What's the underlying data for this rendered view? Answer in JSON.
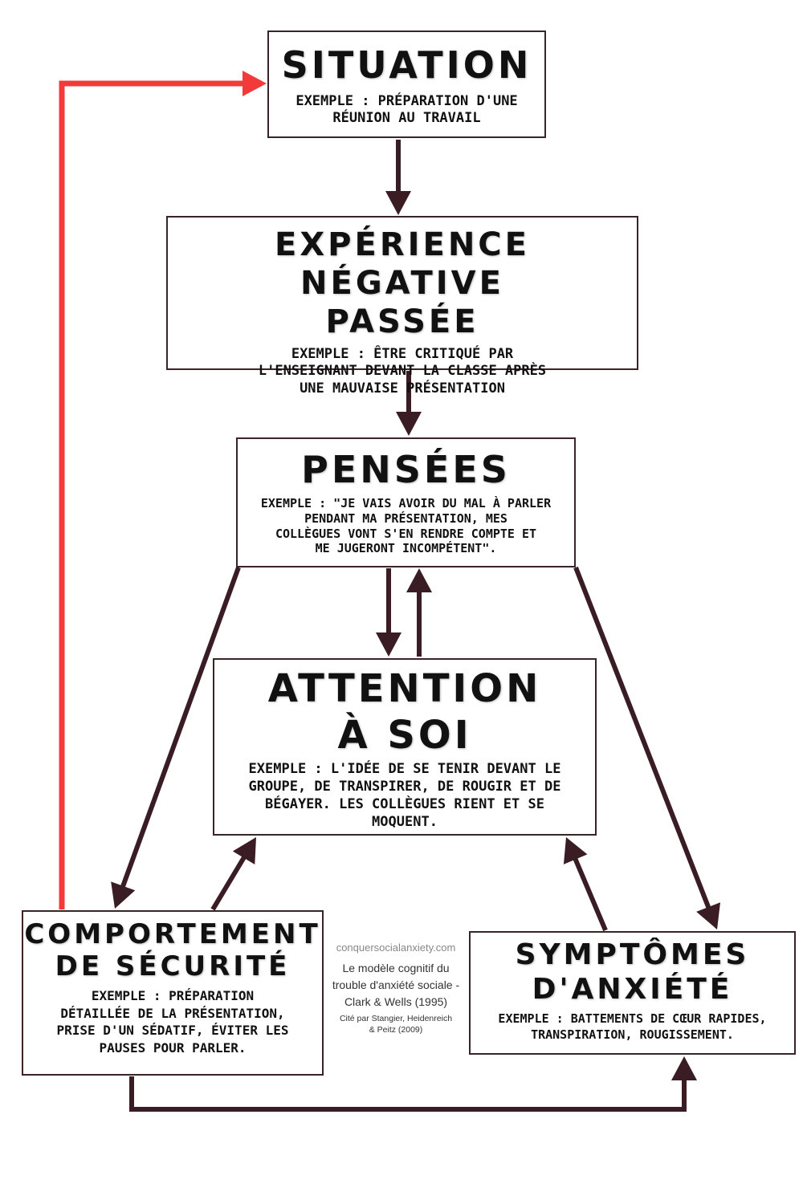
{
  "colors": {
    "arrow": "#3a1c24",
    "feedback_arrow": "#f23a3a",
    "border": "#3a2428"
  },
  "boxes": {
    "situation": {
      "title": "SITUATION",
      "example": "EXEMPLE : PRÉPARATION D'UNE\nRÉUNION AU TRAVAIL"
    },
    "experience": {
      "title": "EXPÉRIENCE NÉGATIVE\nPASSÉE",
      "example": "EXEMPLE : ÊTRE CRITIQUÉ PAR\nL'ENSEIGNANT DEVANT LA CLASSE APRÈS\nUNE MAUVAISE PRÉSENTATION"
    },
    "pensees": {
      "title": "PENSÉES",
      "example": "EXEMPLE : \"JE VAIS AVOIR DU MAL À PARLER\nPENDANT MA PRÉSENTATION, MES\nCOLLÈGUES VONT S'EN RENDRE COMPTE ET\nME JUGERONT INCOMPÉTENT\"."
    },
    "attention": {
      "title": "ATTENTION\nÀ SOI",
      "example": "EXEMPLE : L'IDÉE DE SE TENIR DEVANT LE\nGROUPE, DE TRANSPIRER, DE ROUGIR ET DE\nBÉGAYER. LES COLLÈGUES RIENT ET SE\nMOQUENT."
    },
    "comportement": {
      "title": "COMPORTEMENT\nDE SÉCURITÉ",
      "example": "EXEMPLE : PRÉPARATION\nDÉTAILLÉE DE LA PRÉSENTATION,\nPRISE D'UN SÉDATIF, ÉVITER LES\nPAUSES POUR PARLER."
    },
    "symptomes": {
      "title": "SYMPTÔMES\nD'ANXIÉTÉ",
      "example": "EXEMPLE : BATTEMENTS DE CŒUR RAPIDES,\nTRANSPIRATION, ROUGISSEMENT."
    }
  },
  "caption": {
    "site": "conquersocialanxiety.com",
    "model": "Le modèle cognitif du\ntrouble d'anxiété sociale -\nClark & Wells (1995)",
    "cite": "Cité par Stangier, Heidenreich\n& Peitz (2009)"
  }
}
